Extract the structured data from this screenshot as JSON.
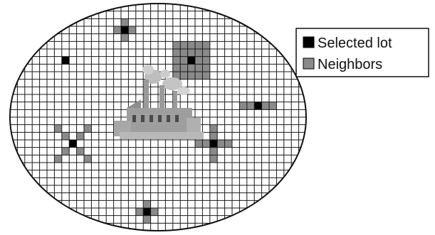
{
  "legend": {
    "items": [
      {
        "label": "Selected lot",
        "swatch": "#000000"
      },
      {
        "label": "Neighbors",
        "swatch": "#8a8a8a"
      }
    ]
  },
  "grid": {
    "cols": 40,
    "rows": 30,
    "line_color": "#1a1a1a",
    "background": "#ffffff",
    "neighbor_color": "#8a8a8a",
    "selected_color": "#000000"
  },
  "lots": [
    {
      "pattern": "plus",
      "col": 15,
      "row": 3
    },
    {
      "pattern": "single",
      "col": 7,
      "row": 7
    },
    {
      "pattern": "square",
      "col": 24,
      "row": 7
    },
    {
      "pattern": "hbar",
      "col": 33,
      "row": 13
    },
    {
      "pattern": "x",
      "col": 8,
      "row": 18
    },
    {
      "pattern": "cross",
      "col": 27,
      "row": 18
    },
    {
      "pattern": "plus",
      "col": 18,
      "row": 27
    }
  ],
  "center_icon": "factory-icon"
}
